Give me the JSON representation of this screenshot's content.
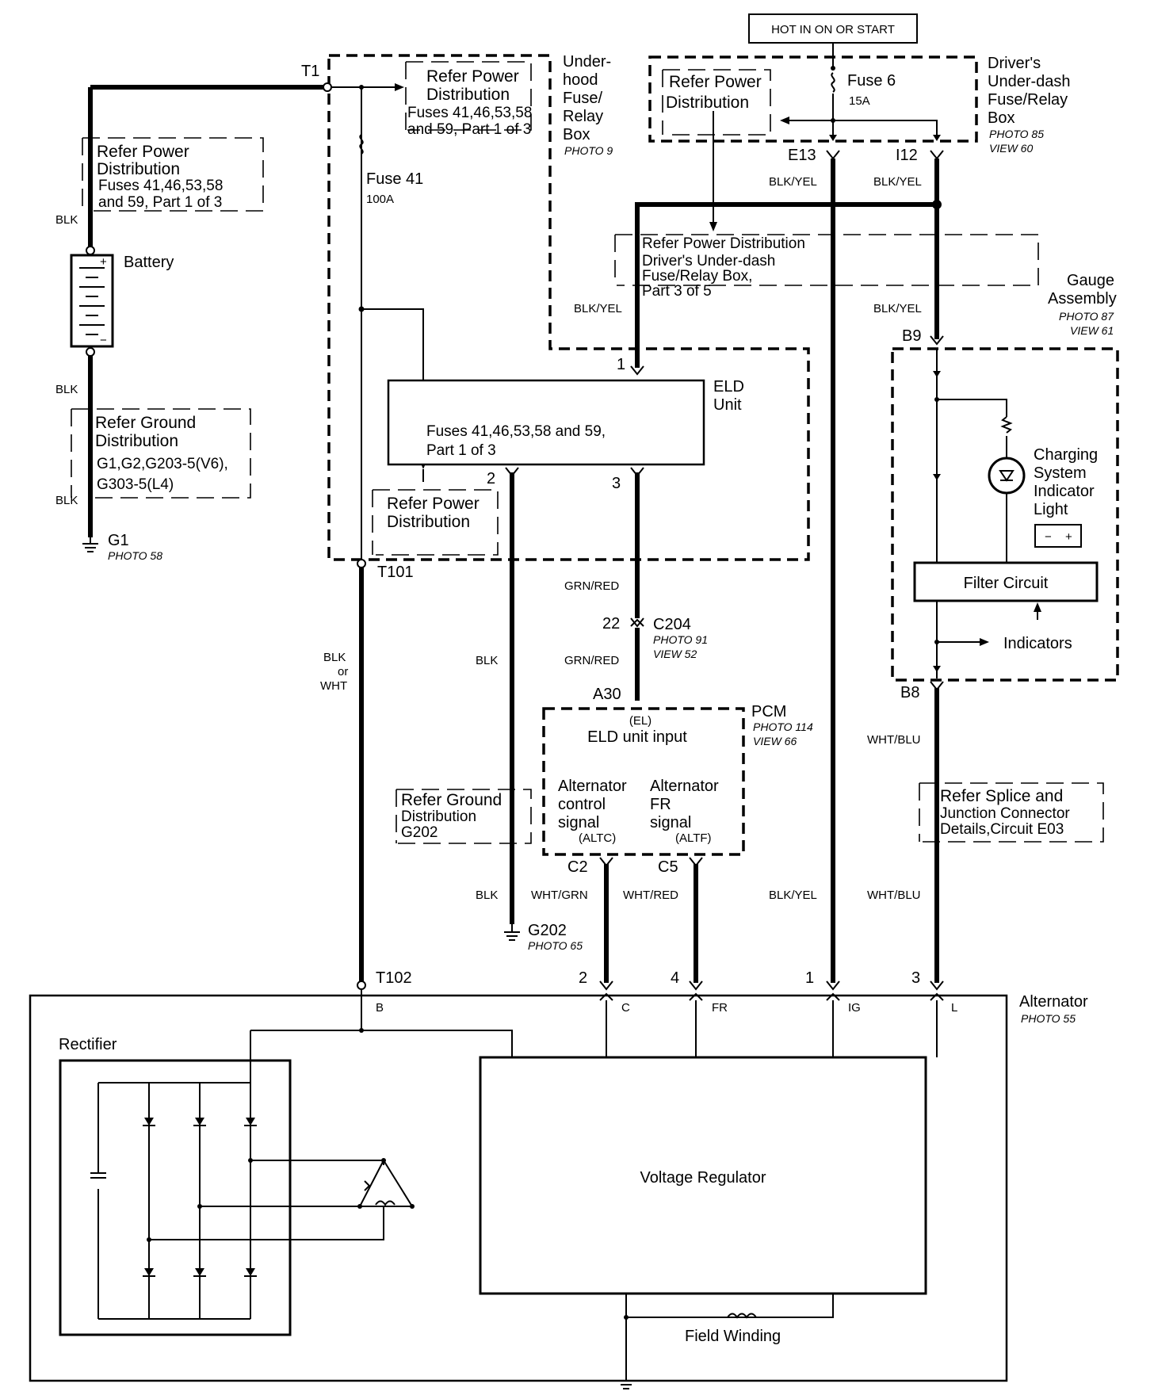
{
  "header": {
    "hot_label": "HOT IN ON OR START"
  },
  "battery": {
    "label": "Battery",
    "wire_top": "BLK",
    "wire_bottom": "BLK",
    "wire_ground": "BLK",
    "ground": "G1",
    "ground_photo": "PHOTO 58",
    "ref_power": [
      "Refer Power",
      "Distribution",
      "Fuses 41,46,53,58",
      "and 59, Part 1 of 3"
    ],
    "ref_ground": [
      "Refer Ground",
      "Distribution",
      "G1,G2,G203-5(V6),",
      "G303-5(L4)"
    ]
  },
  "underhood": {
    "terminal_in": "T1",
    "title": [
      "Under-",
      "hood",
      "Fuse/",
      "Relay",
      "Box"
    ],
    "photo": "PHOTO 9",
    "ref_power": [
      "Refer Power",
      "Distribution",
      "Fuses 41,46,53,58",
      "and 59, Part 1 of 3"
    ],
    "fuse_name": "Fuse 41",
    "fuse_rating": "100A",
    "terminal_out": "T101",
    "ref_power_lower": [
      "Refer Power",
      "Distribution"
    ]
  },
  "driver_box": {
    "title": [
      "Driver's",
      "Under-dash",
      "Fuse/Relay",
      "Box"
    ],
    "photo": [
      "PHOTO 85",
      "VIEW 60"
    ],
    "ref_power": [
      "Refer Power",
      "Distribution"
    ],
    "fuse_name": "Fuse 6",
    "fuse_rating": "15A",
    "term_left": "E13",
    "term_right": "I12",
    "wire_left": "BLK/YEL",
    "wire_right": "BLK/YEL",
    "ref_power_part3": [
      "Refer Power Distribution",
      "Driver's Under-dash",
      "Fuse/Relay Box,",
      "Part 3 of 5"
    ]
  },
  "eld": {
    "title": [
      "ELD",
      "Unit"
    ],
    "inner_text": [
      "Fuses 41,46,53,58 and 59,",
      "Part 1 of 3"
    ],
    "pin1": "1",
    "pin2": "2",
    "pin3": "3",
    "wire_in": "BLK/YEL",
    "wire_pin3": "GRN/RED",
    "connector": "C204",
    "connector_pin": "22",
    "connector_photo": [
      "PHOTO 91",
      "VIEW 52"
    ],
    "wire_pin3_lower": "GRN/RED",
    "wire_pin2": "BLK"
  },
  "pcm": {
    "title": "PCM",
    "photo": [
      "PHOTO 114",
      "VIEW 66"
    ],
    "pin_in": "A30",
    "el_tag": "(EL)",
    "eld_input": "ELD unit input",
    "altc": [
      "Alternator",
      "control",
      "signal",
      "(ALTC)"
    ],
    "altf": [
      "Alternator",
      "FR",
      "signal",
      "(ALTF)"
    ],
    "pin_c2": "C2",
    "pin_c5": "C5",
    "wire_c2": "WHT/GRN",
    "wire_c5": "WHT/RED"
  },
  "ground_g202": {
    "label": "G202",
    "photo": "PHOTO 65",
    "wire": "BLK",
    "ref": [
      "Refer Ground",
      "Distribution",
      "G202"
    ]
  },
  "gauge": {
    "title": [
      "Gauge",
      "Assembly"
    ],
    "photo": [
      "PHOTO 87",
      "VIEW 61"
    ],
    "pin_top": "B9",
    "pin_bottom": "B8",
    "wire_top": "BLK/YEL",
    "wire_bottom": "WHT/BLU",
    "light": [
      "Charging",
      "System",
      "Indicator",
      "Light"
    ],
    "filter": "Filter Circuit",
    "indicators": "Indicators",
    "ref_splice": [
      "Refer Splice and",
      "Junction Connector",
      "Details,Circuit E03"
    ],
    "wire_lower": "WHT/BLU"
  },
  "alternator": {
    "title": "Alternator",
    "photo": "PHOTO 55",
    "t102": "T102",
    "wire_b": [
      "BLK",
      "or",
      "WHT"
    ],
    "pin2": "2",
    "pin4": "4",
    "pin1": "1",
    "pin3": "3",
    "wire_ig": "BLK/YEL",
    "term_b": "B",
    "term_c": "C",
    "term_fr": "FR",
    "term_ig": "IG",
    "term_l": "L",
    "rectifier": "Rectifier",
    "regulator": "Voltage Regulator",
    "field": "Field Winding"
  }
}
